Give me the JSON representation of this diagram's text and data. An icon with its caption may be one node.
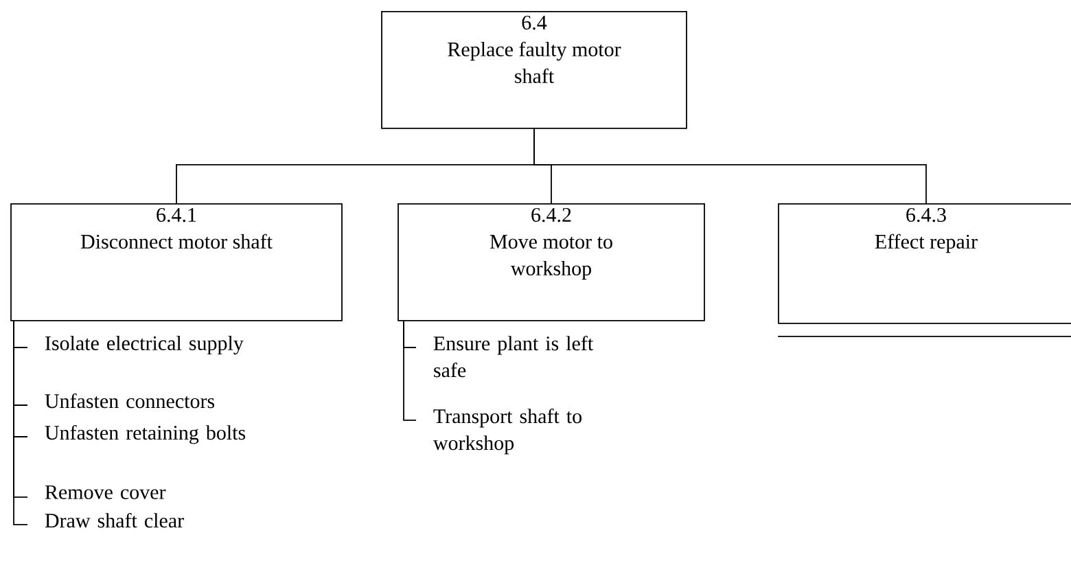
{
  "diagram": {
    "nodes": [
      {
        "text": [
          "6.4",
          "Replace faulty motor shaft"
        ]
      },
      {
        "text": [
          "6.4.1",
          "Disconnect motor shaft"
        ]
      },
      {
        "text": [
          "6.4.2",
          "Move motor to workshop"
        ]
      },
      {
        "text": [
          "6.4.3",
          "Effect repair"
        ]
      },
      {
        "text": [
          "Isolate electrical supply"
        ]
      },
      {
        "text": [
          "Unfasten connectors"
        ]
      },
      {
        "text": [
          "Unfasten retaining bolts"
        ]
      },
      {
        "text": [
          "Remove cover"
        ]
      },
      {
        "text": [
          "Draw shaft clear"
        ]
      },
      {
        "text": [
          "Ensure plant is left safe"
        ]
      },
      {
        "text": [
          "Transport shaft to workshop"
        ]
      }
    ],
    "edges": [
      {
        "from": 0,
        "to": 1,
        "arrow": "none"
      },
      {
        "from": 0,
        "to": 2,
        "arrow": "none"
      },
      {
        "from": 0,
        "to": 3,
        "arrow": "none"
      },
      {
        "from": 1,
        "to": 4,
        "arrow": "none"
      },
      {
        "from": 1,
        "to": 5,
        "arrow": "none"
      },
      {
        "from": 1,
        "to": 6,
        "arrow": "none"
      },
      {
        "from": 1,
        "to": 7,
        "arrow": "none"
      },
      {
        "from": 1,
        "to": 8,
        "arrow": "none"
      },
      {
        "from": 2,
        "to": 9,
        "arrow": "none"
      },
      {
        "from": 2,
        "to": 10,
        "arrow": "none"
      }
    ]
  }
}
